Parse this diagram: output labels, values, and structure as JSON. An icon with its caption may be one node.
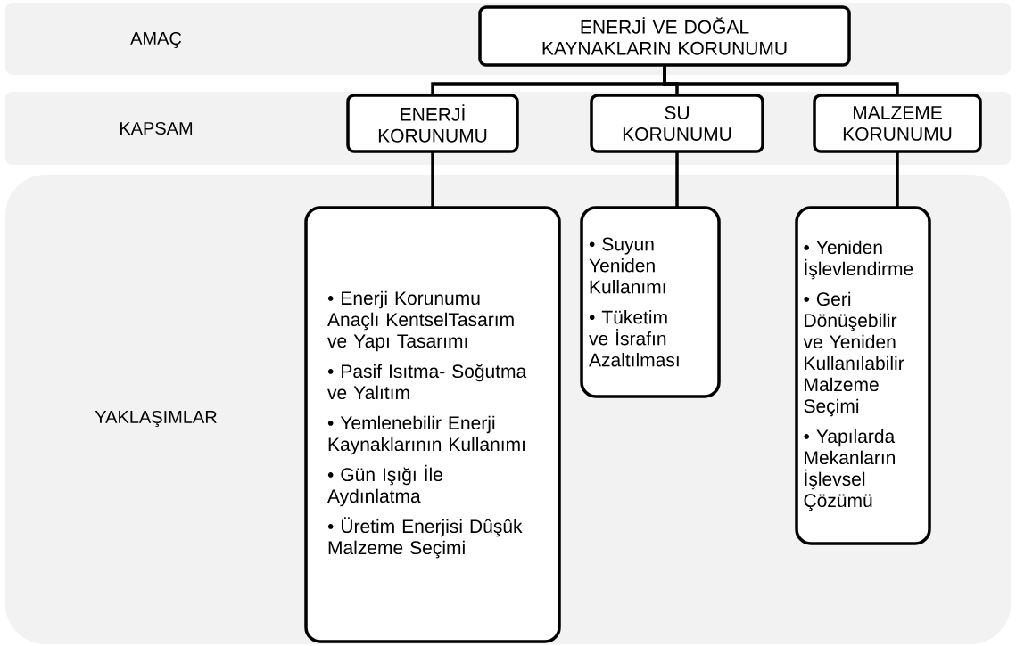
{
  "diagram": {
    "nodes": [
      {
        "text": [
          "AMAÇ"
        ]
      },
      {
        "text": [
          "KAPSAM"
        ]
      },
      {
        "text": [
          "YAKLAŞIMLAR"
        ]
      },
      {
        "text": [
          "ENERJİ VE DOĞAL KAYNAKLARIN KORUNUMU"
        ],
        "in": 0
      },
      {
        "text": [
          "ENERJİ KORUNUMU"
        ],
        "in": 1
      },
      {
        "text": [
          "SU KORUNUMU"
        ],
        "in": 1
      },
      {
        "text": [
          "MALZEME KORUNUMU"
        ],
        "in": 1
      },
      {
        "text": [
          "• Enerji Korunumu Anaçlı KentselTasarım ve Yapı Tasarımı",
          "• Pasif Isıtma- Soğutma ve Yalıtım",
          "• Yemlenebilir Enerji Kaynaklarının Kullanımı",
          "• Gün Işığı İle Aydınlatma",
          "• Üretim Enerjisi Dûşûk Malzeme Seçimi"
        ],
        "in": 2
      },
      {
        "text": [
          "• Suyun Yeniden Kullanımı",
          "• Tüketim ve İsrafın Azaltılması"
        ],
        "in": 2
      },
      {
        "text": [
          "• Yeniden İşlevlendirme",
          "• Geri Dönüşebilir ve Yeniden Kullanılabilir Malzeme Seçimi",
          "• Yapılarda Mekanların İşlevsel Çözümü"
        ],
        "in": 2
      }
    ],
    "edges": [
      {
        "from": 3,
        "to": 4,
        "arrow": "none"
      },
      {
        "from": 3,
        "to": 5,
        "arrow": "none"
      },
      {
        "from": 3,
        "to": 6,
        "arrow": "none"
      },
      {
        "from": 4,
        "to": 7,
        "arrow": "none"
      },
      {
        "from": 5,
        "to": 8,
        "arrow": "none"
      },
      {
        "from": 6,
        "to": 9,
        "arrow": "none"
      }
    ]
  }
}
